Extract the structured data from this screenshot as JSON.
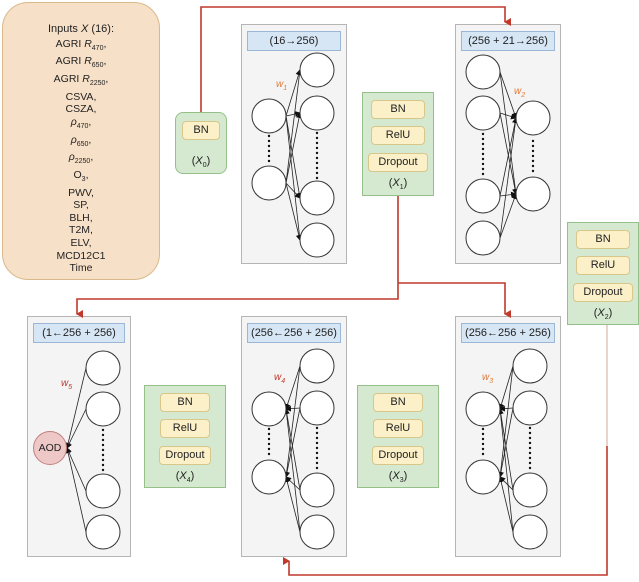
{
  "inputs": {
    "title": "Inputs X (16):",
    "items": [
      "AGRI R470,",
      "AGRI R650,",
      "AGRI R2250,",
      "CSVA,",
      "CSZA,",
      "ρ470,",
      "ρ650,",
      "ρ2250,",
      "O3,",
      "PWV,",
      "SP,",
      "BLH,",
      "T2M,",
      "ELV,",
      "MCD12C1",
      "Time"
    ]
  },
  "blocks": {
    "x0": {
      "layers": [
        "BN"
      ],
      "label": "(X0)"
    },
    "x1": {
      "layers": [
        "BN",
        "RelU",
        "Dropout"
      ],
      "label": "(X1)"
    },
    "x2": {
      "layers": [
        "BN",
        "RelU",
        "Dropout"
      ],
      "label": "(X2)"
    },
    "x3": {
      "layers": [
        "BN",
        "RelU",
        "Dropout"
      ],
      "label": "(X3)"
    },
    "x4": {
      "layers": [
        "BN",
        "RelU",
        "Dropout"
      ],
      "label": "(X4)"
    }
  },
  "layers": {
    "l1": {
      "header": "(16→256)",
      "weight": "w1"
    },
    "l2": {
      "header": "(256 + 21→256)",
      "weight": "w2"
    },
    "l3": {
      "header": "(256←256 + 256)",
      "weight": "w3"
    },
    "l4": {
      "header": "(256←256 + 256)",
      "weight": "w4"
    },
    "l5": {
      "header": "(1←256 + 256)",
      "weight": "w5",
      "output": "AOD"
    }
  },
  "colors": {
    "arrow": "#c0392b",
    "weight_label": "#e07b39",
    "weight_label_dark": "#c0392b"
  }
}
